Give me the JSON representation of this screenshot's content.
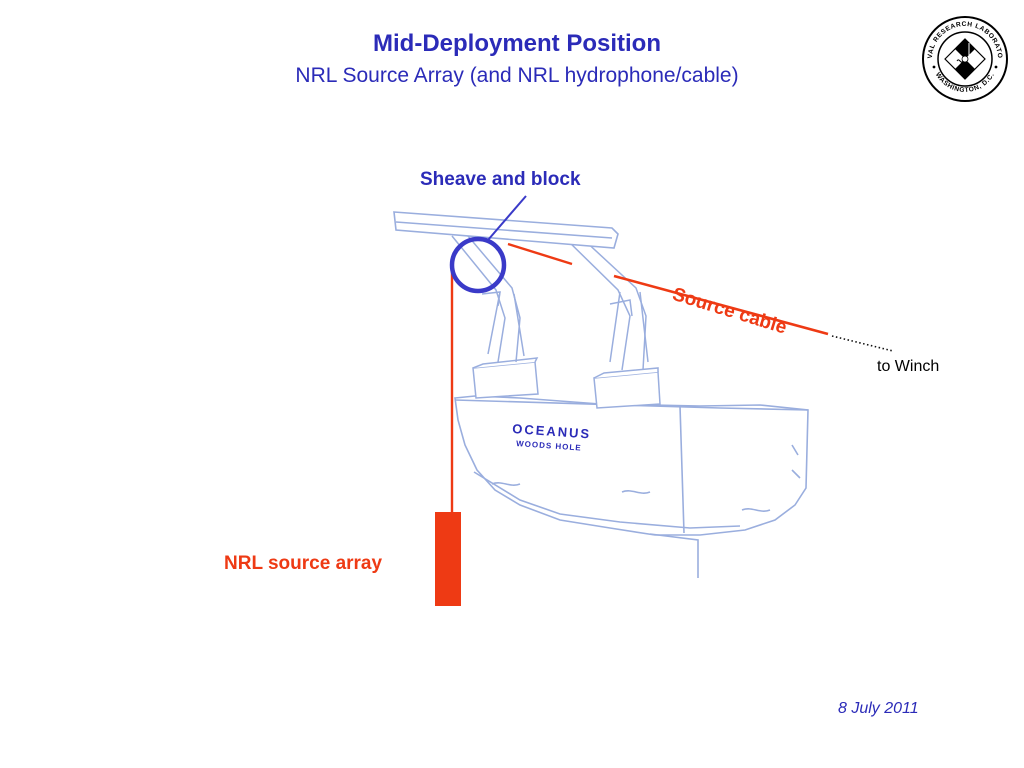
{
  "header": {
    "title": "Mid-Deployment Position",
    "subtitle": "NRL Source Array (and NRL hydrophone/cable)"
  },
  "labels": {
    "sheave": "Sheave and block",
    "source_cable": "Source cable",
    "winch": "to Winch",
    "source_array": "NRL source array"
  },
  "ship": {
    "name": "OCEANUS",
    "port": "WOODS HOLE"
  },
  "logo": {
    "text_top": "NAVAL RESEARCH LABORATORY",
    "text_bottom": "WASHINGTON, D.C."
  },
  "footer": {
    "date": "8 July 2011"
  },
  "colors": {
    "title": "#2b2bb8",
    "cable": "#ee3a14",
    "sheave_circle": "#3a3ac8",
    "ship_outline": "#9aaede"
  }
}
